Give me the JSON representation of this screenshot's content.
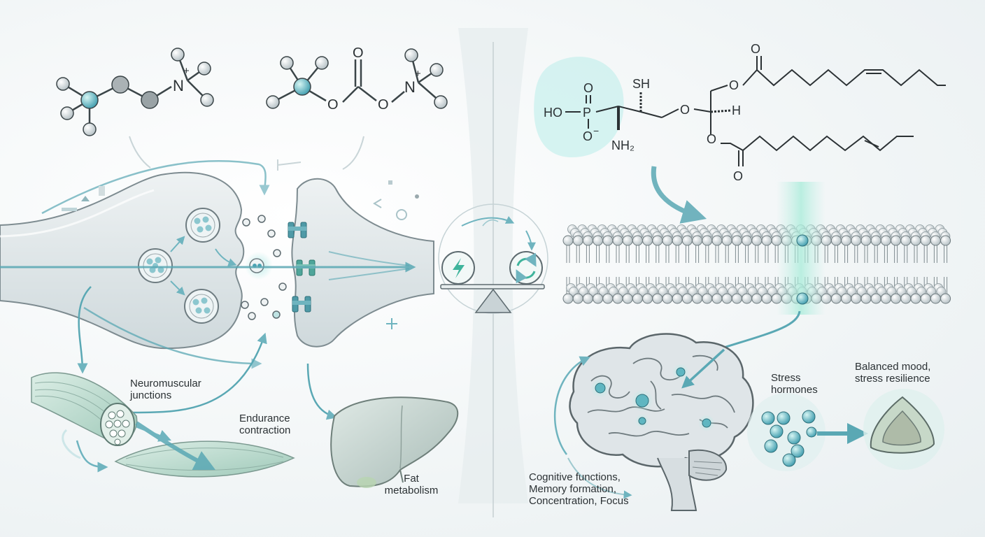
{
  "chemistry": {
    "choline": {
      "n_plus": "N",
      "charge": "+"
    },
    "acetylcholine": {
      "ester_o": "O",
      "carbonyl_o": "O",
      "bridge_o": "O",
      "n_plus": "N",
      "charge": "+"
    },
    "phosphatidylserine": {
      "phosphate_o": "O",
      "ho": "HO",
      "p": "P",
      "o_minus": "O",
      "minus": "−",
      "sh": "SH",
      "nh2": "NH₂",
      "ether_o": "O",
      "h": "H",
      "ester_top_o": "O",
      "carbonyl_top_o": "O",
      "ester_bottom_o": "O",
      "carbonyl_bottom_o": "O"
    }
  },
  "labels": {
    "neuromuscular": "Neuromuscular\njunctions",
    "endurance": "Endurance\ncontraction",
    "fat": "Fat\nmetabolism",
    "cognitive": "Cognitive functions,\nMemory formation,\nConcentration, Focus",
    "stress": "Stress\nhormones",
    "balanced": "Balanced mood,\nstress resilience"
  },
  "icons": [
    "lightning-icon",
    "recycle-icon",
    "balance-scale-icon"
  ],
  "colors": {
    "accent": "#5aa8b4",
    "arrow": "#6fb4bf",
    "ink": "#2b3134",
    "tissue": "#d8e1e4",
    "muscle": "#b9d8cc"
  }
}
